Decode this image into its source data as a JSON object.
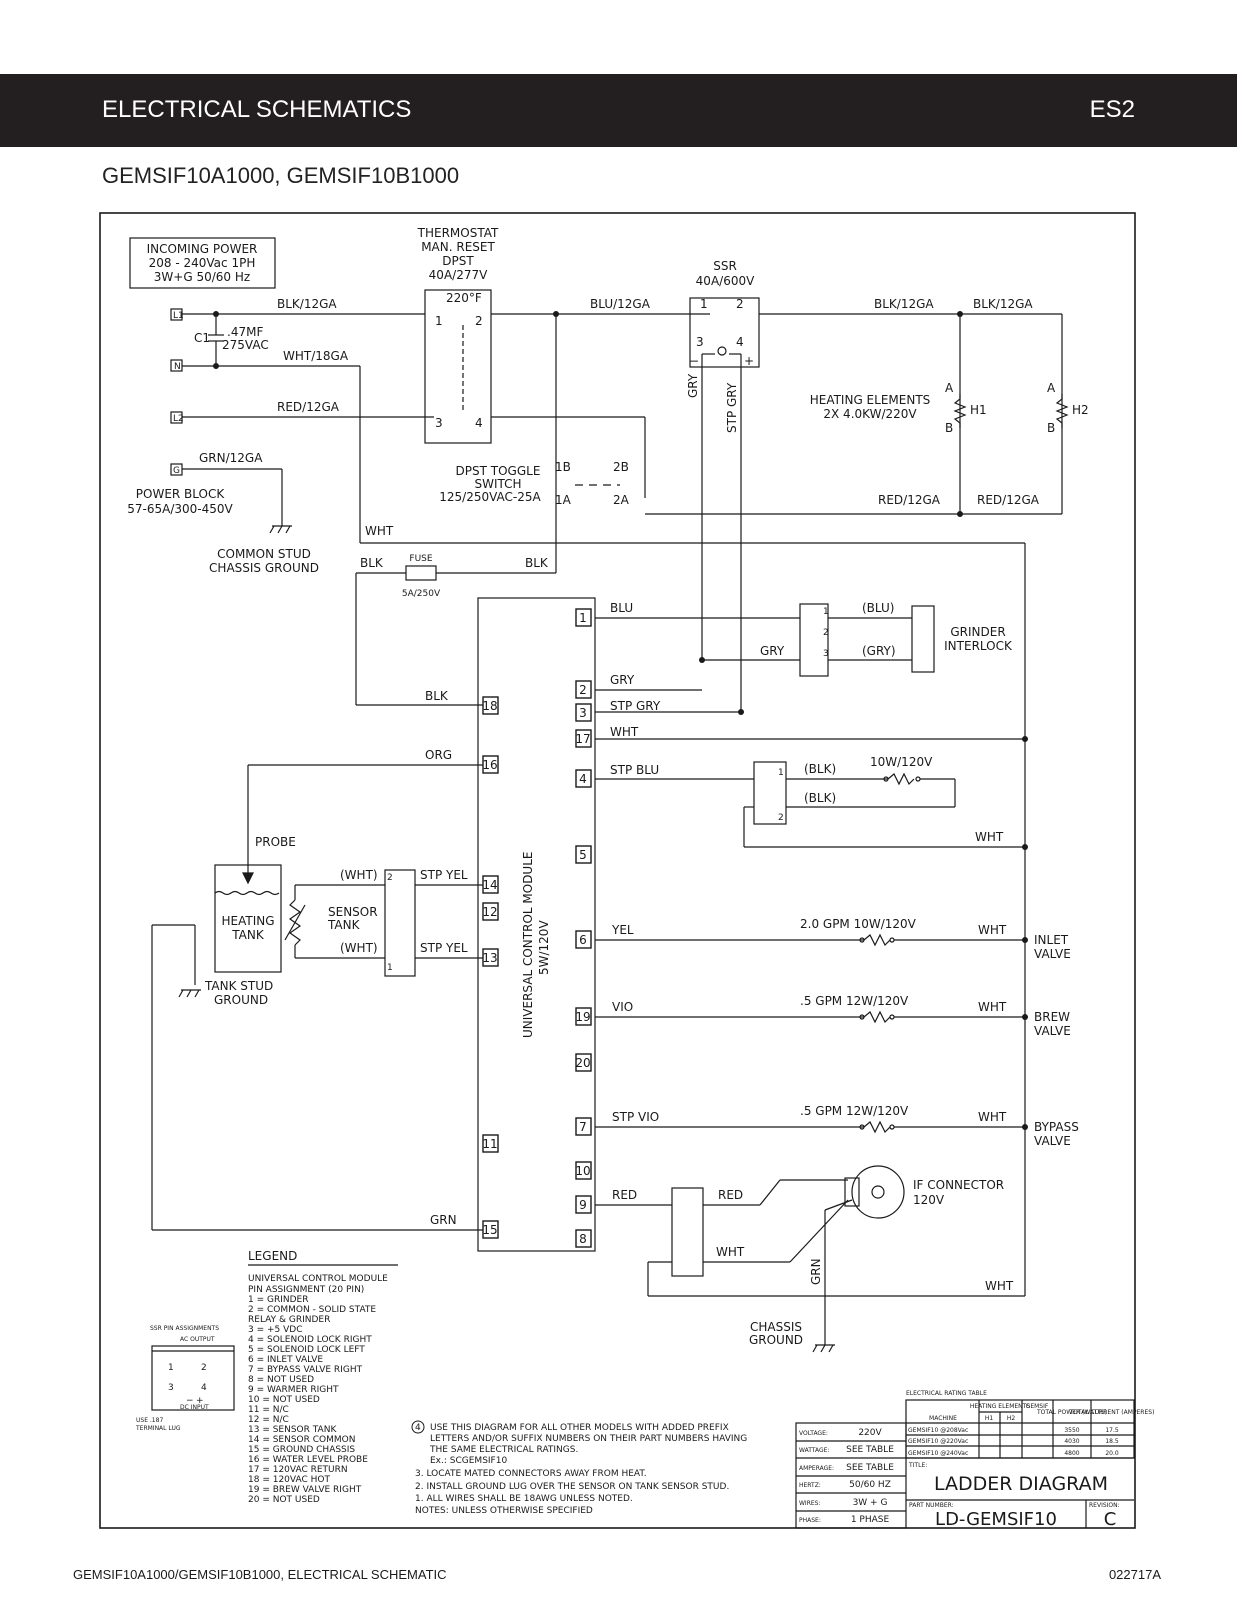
{
  "header": {
    "title": "ELECTRICAL SCHEMATICS",
    "code": "ES2"
  },
  "models": "GEMSIF10A1000, GEMSIF10B1000",
  "incoming_power": {
    "title": "INCOMING POWER",
    "line1": "208 - 240Vac 1PH",
    "line2": "3W+G 50/60 Hz"
  },
  "terminals": {
    "l1": "L1",
    "n": "N",
    "l2": "L2",
    "g": "G"
  },
  "capacitor": {
    "name": "C1",
    "value": ".47MF",
    "rating": "275VAC"
  },
  "wires": {
    "blk12": "BLK/12GA",
    "wht18": "WHT/18GA",
    "red12": "RED/12GA",
    "grn12": "GRN/12GA",
    "blu12": "BLU/12GA",
    "blk12_a": "BLK/12GA",
    "blk12_b": "BLK/12GA",
    "red12_a": "RED/12GA",
    "red12_b": "RED/12GA",
    "wht": "WHT",
    "blk": "BLK",
    "gry": "GRY",
    "stp_gry": "STP GRY",
    "grn": "GRN"
  },
  "power_block": {
    "line1": "POWER BLOCK",
    "line2": "57-65A/300-450V"
  },
  "stud_ground": {
    "line1": "COMMON STUD",
    "line2": "CHASSIS GROUND"
  },
  "thermostat": {
    "line1": "THERMOSTAT",
    "line2": "MAN. RESET",
    "line3": "DPST",
    "line4": "40A/277V",
    "temp": "220°F",
    "p1": "1",
    "p2": "2",
    "p3": "3",
    "p4": "4"
  },
  "ssr": {
    "line1": "SSR",
    "line2": "40A/600V",
    "p1": "1",
    "p2": "2",
    "p3": "3",
    "p4": "4",
    "minus": "−",
    "plus": "+"
  },
  "toggle": {
    "line1": "DPST TOGGLE",
    "line2": "SWITCH",
    "line3": "125/250VAC-25A",
    "p1b": "1B",
    "p1a": "1A",
    "p2b": "2B",
    "p2a": "2A"
  },
  "heating_elements": {
    "line1": "HEATING ELEMENTS",
    "line2": "2X 4.0KW/220V",
    "h1": "H1",
    "h2": "H2",
    "a": "A",
    "b": "B"
  },
  "fuse": {
    "label": "FUSE",
    "rating": "5A/250V"
  },
  "module": {
    "name": "UNIVERSAL CONTROL MODULE",
    "rating": "5W/120V"
  },
  "pins_right": [
    {
      "num": "1",
      "wire": "BLU"
    },
    {
      "num": "2",
      "wire": "GRY"
    },
    {
      "num": "3",
      "wire": "STP GRY"
    },
    {
      "num": "17",
      "wire": "WHT"
    },
    {
      "num": "4",
      "wire": "STP BLU"
    },
    {
      "num": "5",
      "wire": ""
    },
    {
      "num": "6",
      "wire": "YEL"
    },
    {
      "num": "19",
      "wire": "VIO"
    },
    {
      "num": "20",
      "wire": ""
    },
    {
      "num": "7",
      "wire": "STP VIO"
    },
    {
      "num": "10",
      "wire": ""
    },
    {
      "num": "9",
      "wire": "RED"
    },
    {
      "num": "8",
      "wire": ""
    }
  ],
  "pins_left": [
    {
      "num": "18",
      "wire": "BLK"
    },
    {
      "num": "16",
      "wire": "ORG"
    },
    {
      "num": "14",
      "wire": "STP YEL"
    },
    {
      "num": "12",
      "wire": ""
    },
    {
      "num": "13",
      "wire": "STP YEL"
    },
    {
      "num": "11",
      "wire": ""
    },
    {
      "num": "15",
      "wire": "GRN"
    }
  ],
  "grinder": {
    "line1": "GRINDER",
    "line2": "INTERLOCK",
    "blu": "(BLU)",
    "gry": "(GRY)",
    "c1": "1",
    "c2": "2",
    "c3": "3"
  },
  "warmer": {
    "blk1": "(BLK)",
    "blk2": "(BLK)",
    "rating": "10W/120V",
    "c1": "1",
    "c2": "2"
  },
  "valves": {
    "inlet": {
      "rating": "2.0 GPM 10W/120V",
      "name1": "INLET",
      "name2": "VALVE"
    },
    "brew": {
      "rating": ".5 GPM 12W/120V",
      "name1": "BREW",
      "name2": "VALVE"
    },
    "bypass": {
      "rating": ".5 GPM 12W/120V",
      "name1": "BYPASS",
      "name2": "VALVE"
    }
  },
  "probe": "PROBE",
  "heating_tank": {
    "line1": "HEATING",
    "line2": "TANK"
  },
  "sensor_tank": {
    "line1": "SENSOR",
    "line2": "TANK",
    "wht1": "(WHT)",
    "wht2": "(WHT)",
    "c1": "1",
    "c2": "2"
  },
  "tank_ground": {
    "line1": "TANK STUD",
    "line2": "GROUND"
  },
  "if_connector": {
    "line1": "IF CONNECTOR",
    "line2": "120V"
  },
  "chassis_ground": {
    "line1": "CHASSIS",
    "line2": "GROUND"
  },
  "legend": {
    "title": "LEGEND",
    "heading1": "UNIVERSAL CONTROL MODULE",
    "heading2": "PIN ASSIGNMENT (20 PIN)",
    "items": [
      "1   =  GRINDER",
      "2   =  COMMON - SOLID STATE",
      "         RELAY & GRINDER",
      "3   =  +5 VDC",
      "4   =  SOLENOID LOCK RIGHT",
      "5   =  SOLENOID LOCK LEFT",
      "6   =  INLET VALVE",
      "7   =  BYPASS VALVE RIGHT",
      "8   =  NOT USED",
      "9   =  WARMER RIGHT",
      "10 =  NOT USED",
      "11 =  N/C",
      "12 =  N/C",
      "13 =  SENSOR TANK",
      "14 =  SENSOR COMMON",
      "15 =  GROUND CHASSIS",
      "16 =  WATER LEVEL PROBE",
      "17 =  120VAC RETURN",
      "18 =  120VAC HOT",
      "19 =  BREW VALVE RIGHT",
      "20 =  NOT USED"
    ]
  },
  "ssr_pins": {
    "title": "SSR PIN ASSIGNMENTS",
    "ac": "AC OUTPUT",
    "dc": "DC INPUT",
    "p1": "1",
    "p2": "2",
    "p3": "3",
    "p4": "4",
    "minus": "−",
    "plus": "+",
    "lug1": "USE .187",
    "lug2": "TERMINAL LUG"
  },
  "notes": [
    "USE THIS DIAGRAM FOR ALL OTHER MODELS WITH ADDED PREFIX",
    "LETTERS AND/OR SUFFIX NUMBERS ON THEIR PART NUMBERS HAVING",
    "THE SAME ELECTRICAL RATINGS.",
    "Ex.: SCGEMSIF10",
    "3. LOCATE MATED CONNECTORS AWAY FROM HEAT.",
    "2. INSTALL GROUND LUG OVER THE SENSOR ON TANK SENSOR STUD.",
    "1. ALL WIRES SHALL BE 18AWG UNLESS NOTED.",
    "NOTES: UNLESS OTHERWISE SPECIFIED"
  ],
  "note4_marker": "4",
  "rating_table": {
    "title": "ELECTRICAL RATING TABLE",
    "headers": [
      "MACHINE",
      "HEATING ELEMENTS",
      "GEMSIF",
      "TOTAL POWER (WATTS)",
      "TOTAL CURRENT (AMPERES)"
    ],
    "sub": [
      "H1",
      "H2"
    ],
    "rows": [
      [
        "GEMSIF10 @208Vac",
        "3550",
        "17.5"
      ],
      [
        "GEMSIF10 @220Vac",
        "4030",
        "18.5"
      ],
      [
        "GEMSIF10 @240Vac",
        "4800",
        "20.0"
      ]
    ]
  },
  "specs": [
    {
      "k": "VOLTAGE:",
      "v": "220V"
    },
    {
      "k": "WATTAGE:",
      "v": "SEE TABLE"
    },
    {
      "k": "AMPERAGE:",
      "v": "SEE TABLE"
    },
    {
      "k": "HERTZ:",
      "v": "50/60 HZ"
    },
    {
      "k": "WIRES:",
      "v": "3W + G"
    },
    {
      "k": "PHASE:",
      "v": "1 PHASE"
    }
  ],
  "title_block": {
    "title_label": "TITLE:",
    "title": "LADDER DIAGRAM",
    "part_label": "PART NUMBER:",
    "part": "LD-GEMSIF10",
    "rev_label": "REVISION:",
    "rev": "C"
  },
  "footer": {
    "left": "GEMSIF10A1000/GEMSIF10B1000, ELECTRICAL SCHEMATIC",
    "right": "022717A"
  }
}
